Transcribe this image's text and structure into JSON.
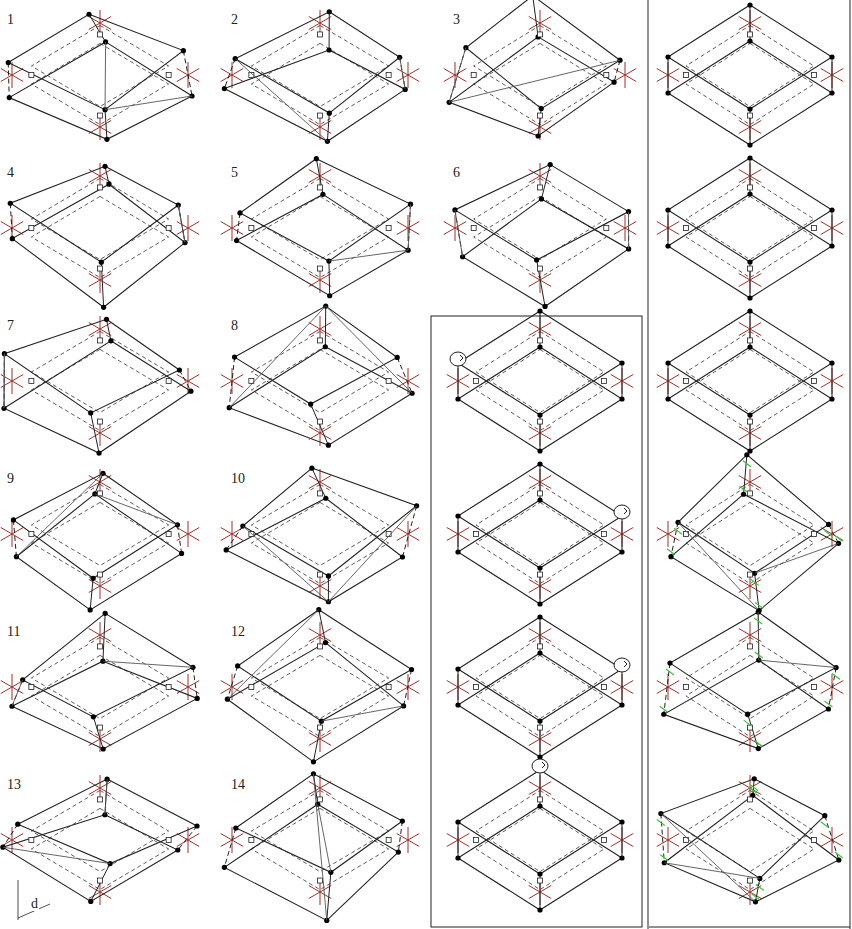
{
  "diagram": {
    "labels": [
      "1",
      "2",
      "3",
      "4",
      "5",
      "6",
      "7",
      "8",
      "9",
      "10",
      "11",
      "12",
      "13",
      "14",
      "d"
    ]
  }
}
